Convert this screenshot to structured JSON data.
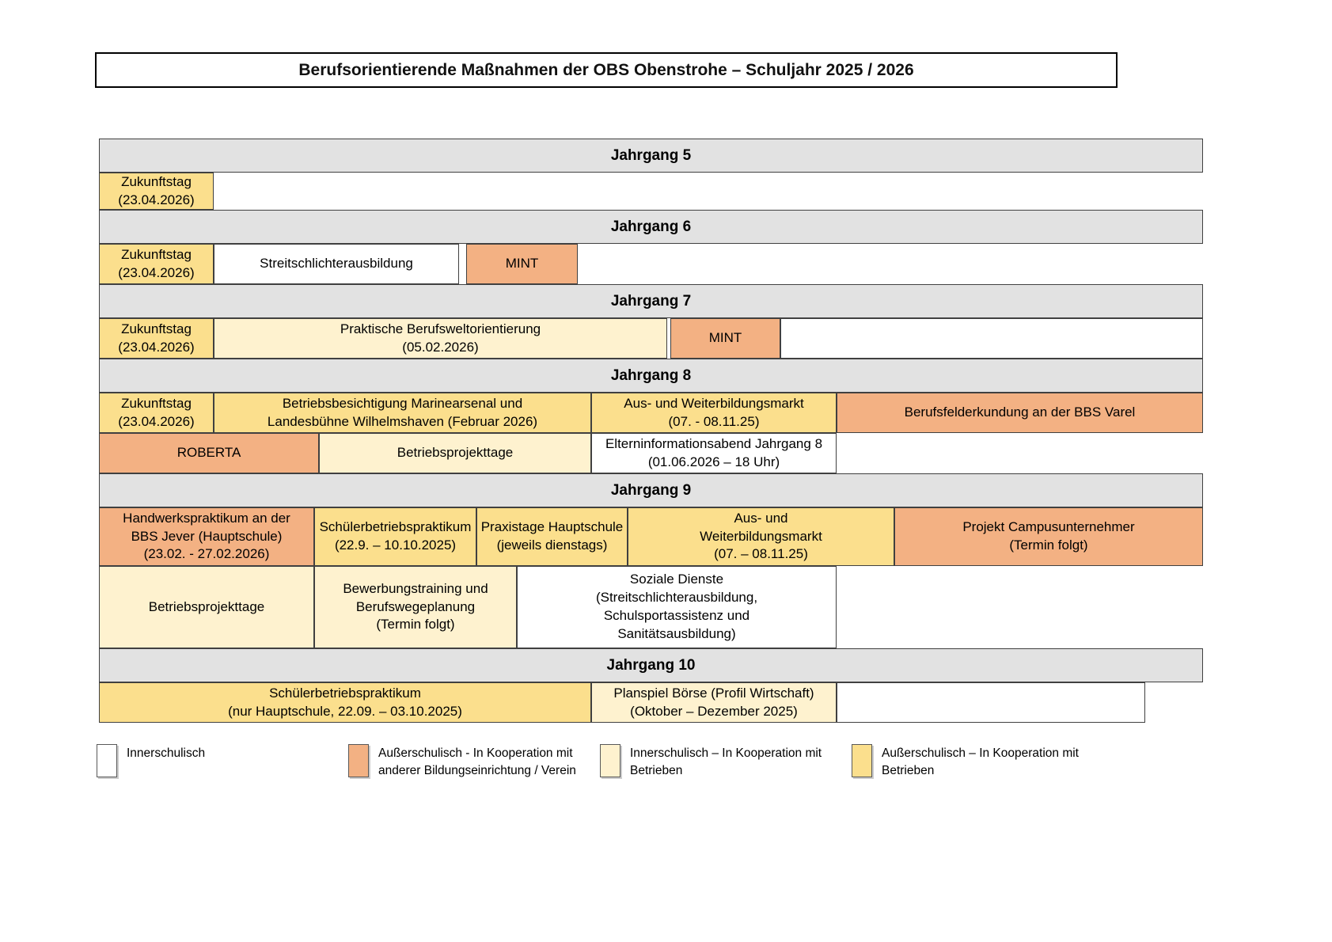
{
  "title": "Berufsorientierende Maßnahmen der OBS Obenstrohe – Schuljahr 2025 / 2026",
  "colors": {
    "innerschulisch": "#FFFFFF",
    "ausserschulisch_bildung": "#F3B183",
    "innerschulisch_betriebe": "#FEF2CF",
    "ausserschulisch_betriebe": "#FBDF8D",
    "header_gray": "#E2E2E2"
  },
  "sections": [
    {
      "title": "Jahrgang 5",
      "rows": [
        {
          "cells": [
            {
              "label": "Zukunftstag\n(23.04.2026)",
              "category": "ausserschulisch_betriebe"
            }
          ]
        }
      ]
    },
    {
      "title": "Jahrgang 6",
      "rows": [
        {
          "cells": [
            {
              "label": "Zukunftstag\n(23.04.2026)",
              "category": "ausserschulisch_betriebe"
            },
            {
              "label": "Streitschlichterausbildung",
              "category": "innerschulisch"
            },
            {
              "label": "MINT",
              "category": "ausserschulisch_bildung"
            }
          ]
        }
      ]
    },
    {
      "title": "Jahrgang 7",
      "rows": [
        {
          "cells": [
            {
              "label": "Zukunftstag\n(23.04.2026)",
              "category": "ausserschulisch_betriebe"
            },
            {
              "label": "Praktische Berufsweltorientierung\n(05.02.2026)",
              "category": "innerschulisch_betriebe"
            },
            {
              "label": "MINT",
              "category": "ausserschulisch_bildung"
            }
          ]
        }
      ]
    },
    {
      "title": "Jahrgang 8",
      "rows": [
        {
          "cells": [
            {
              "label": "Zukunftstag\n(23.04.2026)",
              "category": "ausserschulisch_betriebe"
            },
            {
              "label": "Betriebsbesichtigung Marinearsenal und\nLandesbühne Wilhelmshaven (Februar 2026)",
              "category": "ausserschulisch_betriebe"
            },
            {
              "label": "Aus- und Weiterbildungsmarkt\n(07. - 08.11.25)",
              "category": "ausserschulisch_betriebe"
            },
            {
              "label": "Berufsfelderkundung an der BBS Varel",
              "category": "ausserschulisch_bildung"
            }
          ]
        },
        {
          "cells": [
            {
              "label": "ROBERTA",
              "category": "ausserschulisch_bildung"
            },
            {
              "label": "Betriebsprojekttage",
              "category": "innerschulisch_betriebe"
            },
            {
              "label": "Elterninformationsabend Jahrgang 8\n(01.06.2026 – 18 Uhr)",
              "category": "innerschulisch"
            }
          ]
        }
      ]
    },
    {
      "title": "Jahrgang 9",
      "rows": [
        {
          "cells": [
            {
              "label": "Handwerkspraktikum an der\nBBS Jever (Hauptschule)\n(23.02. - 27.02.2026)",
              "category": "ausserschulisch_bildung"
            },
            {
              "label": "Schülerbetriebspraktikum\n(22.9. – 10.10.2025)",
              "category": "ausserschulisch_betriebe"
            },
            {
              "label": "Praxistage Hauptschule\n(jeweils dienstags)",
              "category": "ausserschulisch_betriebe"
            },
            {
              "label": "Aus- und\nWeiterbildungsmarkt\n(07. – 08.11.25)",
              "category": "ausserschulisch_betriebe"
            },
            {
              "label": "Projekt Campusunternehmer\n(Termin folgt)",
              "category": "ausserschulisch_bildung"
            }
          ]
        },
        {
          "cells": [
            {
              "label": "Betriebsprojekttage",
              "category": "innerschulisch_betriebe"
            },
            {
              "label": "Bewerbungstraining und\nBerufswegeplanung\n(Termin folgt)",
              "category": "innerschulisch_betriebe"
            },
            {
              "label": "Soziale Dienste\n(Streitschlichterausbildung,\nSchulsportassistenz und\nSanitätsausbildung)",
              "category": "innerschulisch"
            }
          ]
        }
      ]
    },
    {
      "title": "Jahrgang 10",
      "rows": [
        {
          "cells": [
            {
              "label": "Schülerbetriebspraktikum\n(nur Hauptschule, 22.09. – 03.10.2025)",
              "category": "ausserschulisch_betriebe"
            },
            {
              "label": "Planspiel Börse (Profil Wirtschaft)\n(Oktober – Dezember 2025)",
              "category": "innerschulisch_betriebe"
            },
            {
              "label": "",
              "category": "innerschulisch"
            }
          ]
        }
      ]
    }
  ],
  "legend": {
    "items": [
      {
        "label": "Innerschulisch",
        "category": "innerschulisch",
        "color": "#FFFFFF"
      },
      {
        "label": "Außerschulisch - In Kooperation mit\nanderer Bildungseinrichtung / Verein",
        "category": "ausserschulisch_bildung",
        "color": "#F3B183"
      },
      {
        "label": "Innerschulisch – In Kooperation mit\nBetrieben",
        "category": "innerschulisch_betriebe",
        "color": "#FEF2CF"
      },
      {
        "label": "Außerschulisch – In Kooperation mit\nBetrieben",
        "category": "ausserschulisch_betriebe",
        "color": "#FBDF8D"
      }
    ]
  }
}
